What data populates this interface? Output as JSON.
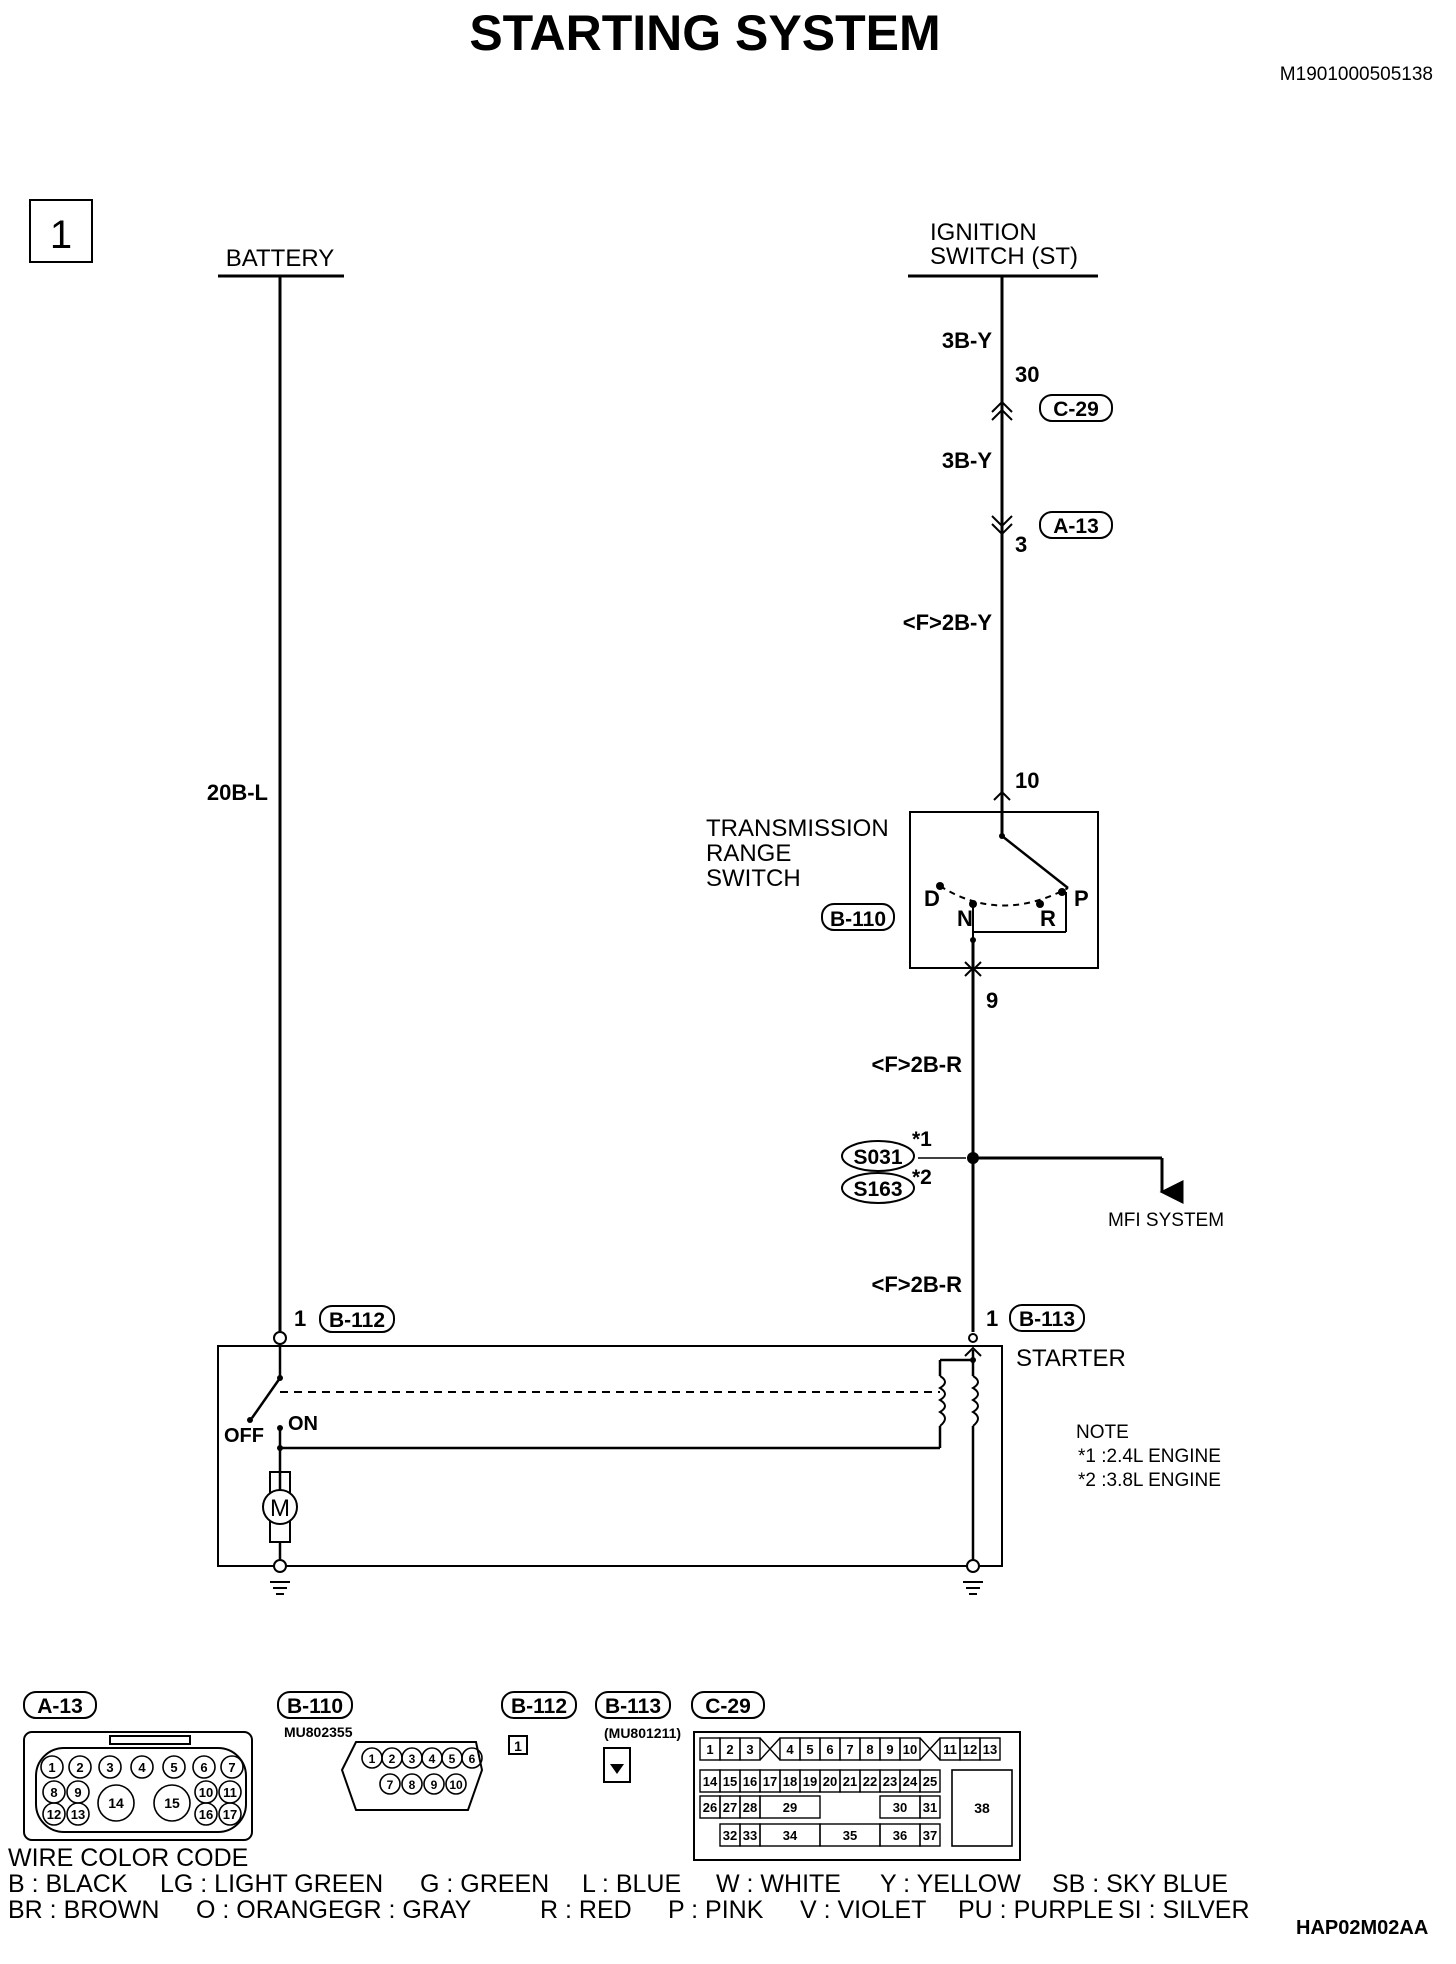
{
  "title": "STARTING SYSTEM",
  "doc_id": "M1901000505138",
  "page_number": "1",
  "labels": {
    "battery": "BATTERY",
    "ignition_line1": "IGNITION",
    "ignition_line2": "SWITCH (ST)",
    "trs_line1": "TRANSMISSION",
    "trs_line2": "RANGE",
    "trs_line3": "SWITCH",
    "starter": "STARTER",
    "mfi": "MFI SYSTEM",
    "off": "OFF",
    "on": "ON",
    "motor": "M",
    "pos_d": "D",
    "pos_n": "N",
    "pos_r": "R",
    "pos_p": "P"
  },
  "wires": {
    "w_3by_1": "3B-Y",
    "w_3by_2": "3B-Y",
    "w_f2by": "<F>2B-Y",
    "w_20bl": "20B-L",
    "w_f2br_1": "<F>2B-R",
    "w_f2br_2": "<F>2B-R"
  },
  "pins": {
    "p30": "30",
    "p3": "3",
    "p10": "10",
    "p9": "9",
    "p1a": "1",
    "p1b": "1"
  },
  "connectors": {
    "c29": "C-29",
    "a13": "A-13",
    "b110": "B-110",
    "b112": "B-112",
    "b113": "B-113",
    "s031": "S031",
    "s163": "S163",
    "ref1": "*1",
    "ref2": "*2"
  },
  "note": {
    "heading": "NOTE",
    "line1": "*1 :2.4L ENGINE",
    "line2": "*2 :3.8L ENGINE"
  },
  "footer_connectors": {
    "a13": "A-13",
    "b110": "B-110",
    "b112": "B-112",
    "b113": "B-113",
    "c29": "C-29",
    "b110_part": "MU802355",
    "b113_part": "(MU801211)",
    "b112_pin": "1",
    "a13_pins": [
      "1",
      "2",
      "3",
      "4",
      "5",
      "6",
      "7",
      "8",
      "9",
      "10",
      "11",
      "12",
      "13",
      "14",
      "15",
      "16",
      "17"
    ],
    "b110_pins": [
      "1",
      "2",
      "3",
      "4",
      "5",
      "6",
      "7",
      "8",
      "9",
      "10"
    ],
    "c29_pins": [
      "1",
      "2",
      "3",
      "4",
      "5",
      "6",
      "7",
      "8",
      "9",
      "10",
      "11",
      "12",
      "13",
      "14",
      "15",
      "16",
      "17",
      "18",
      "19",
      "20",
      "21",
      "22",
      "23",
      "24",
      "25",
      "26",
      "27",
      "28",
      "29",
      "30",
      "31",
      "32",
      "33",
      "34",
      "35",
      "36",
      "37",
      "38"
    ]
  },
  "wire_color_code": {
    "heading": "WIRE COLOR CODE",
    "row1": [
      "B : BLACK",
      "LG : LIGHT GREEN",
      "G : GREEN",
      "L : BLUE",
      "W : WHITE",
      "Y : YELLOW",
      "SB : SKY BLUE"
    ],
    "row2": [
      "BR : BROWN",
      "O : ORANGE",
      "GR : GRAY",
      "R : RED",
      "P : PINK",
      "V : VIOLET",
      "PU : PURPLE",
      "SI : SILVER"
    ]
  },
  "drawing_code": "HAP02M02AA"
}
